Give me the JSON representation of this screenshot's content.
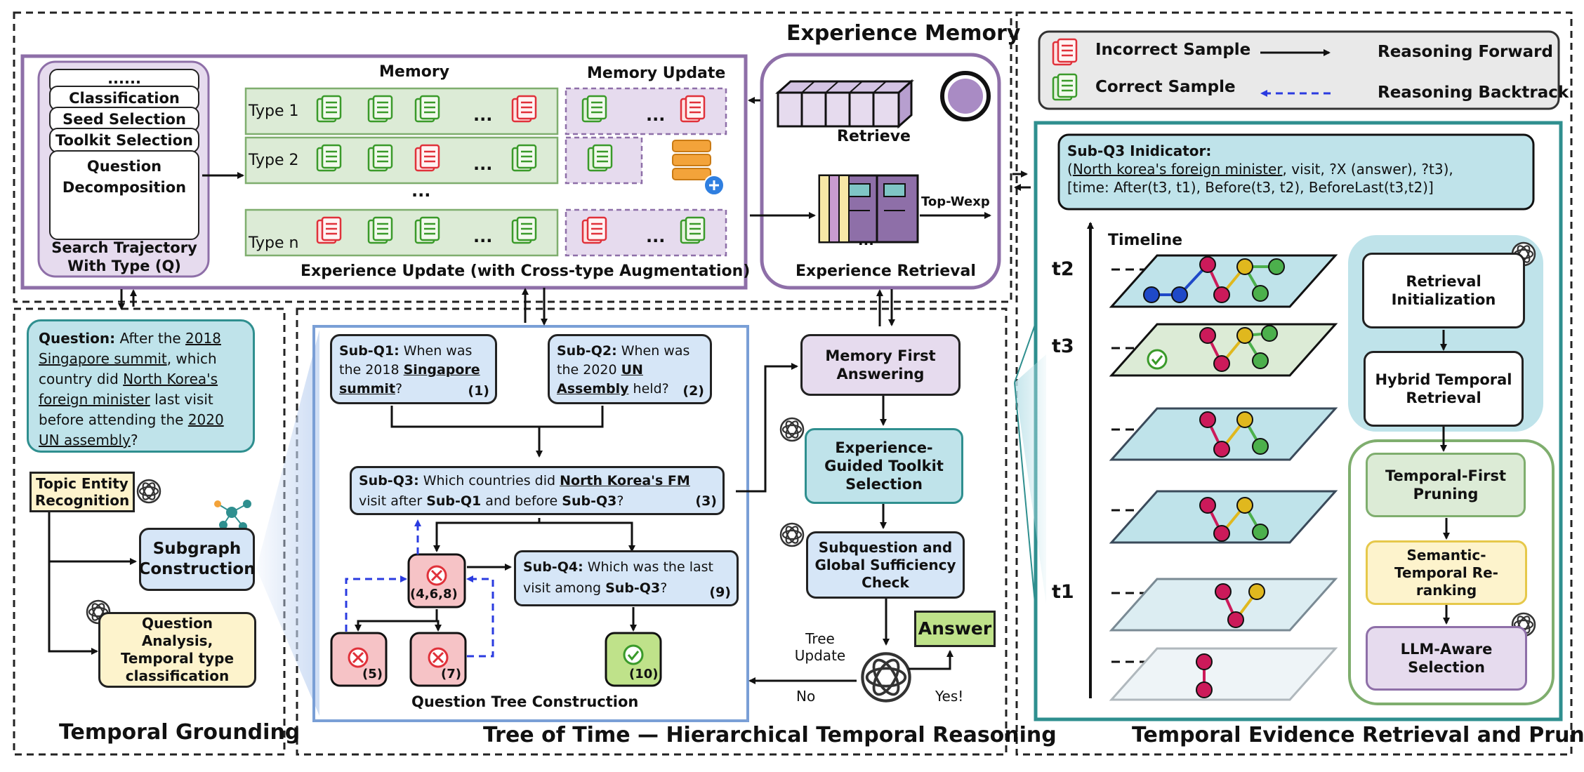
{
  "sections": {
    "experience_memory": "Experience Memory",
    "temporal_grounding": "Temporal Grounding",
    "tree_of_time": "Tree of Time — Hierarchical Temporal Reasoning",
    "evidence_retrieval": "Temporal Evidence Retrieval and Pruning"
  },
  "legend": {
    "incorrect": "Incorrect Sample",
    "correct": "Correct Sample",
    "forward": "Reasoning Forward",
    "backtrack": "Reasoning Backtrack"
  },
  "memory": {
    "stack_items": [
      "......",
      "Classification",
      "Seed Selection",
      "Toolkit Selection"
    ],
    "question_decomposition": "Question Decomposition",
    "search_trajectory": "Search Trajectory With Type (Q)",
    "memory_title": "Memory",
    "memory_update_title": "Memory Update",
    "rows": [
      {
        "type": "Type 1",
        "ellipsis": "...",
        "update_ellipsis": "..."
      },
      {
        "type": "Type 2",
        "ellipsis": "..."
      },
      {
        "type": "Type n",
        "ellipsis": "...",
        "update_ellipsis": "..."
      }
    ],
    "middle_ellipsis": "...",
    "experience_update": "Experience Update (with Cross-type Augmentation)",
    "retrieve": "Retrieve",
    "top_wexp": "Top-Wexp",
    "experience_retrieval": "Experience Retrieval",
    "book_ellipsis": "..."
  },
  "grounding": {
    "question_label": "Question:",
    "q_t1": "After the ",
    "q_u1": "2018 Singapore summit",
    "q_t2": ", which country did ",
    "q_u2": "North Korea's foreign minister",
    "q_t3": " last visit before attending the ",
    "q_u3": "2020 UN assembly",
    "q_t4": "?",
    "topic_entity": "Topic Entity Recognition",
    "subgraph": "Subgraph Construction",
    "question_analysis": "Question Analysis, Temporal type classification"
  },
  "tree": {
    "sq1_label": "Sub-Q1:",
    "sq1_t1": " When was the 2018 ",
    "sq1_u1": "Singapore summit",
    "sq1_t2": "?",
    "sq1_num": "(1)",
    "sq2_label": "Sub-Q2:",
    "sq2_t1": " When was the 2020 ",
    "sq2_u1": "UN Assembly",
    "sq2_t2": " held?",
    "sq2_num": "(2)",
    "sq3_label": "Sub-Q3:",
    "sq3_t1": " Which countries did ",
    "sq3_u1": "North Korea's FM",
    "sq3_t2": " visit after ",
    "sq3_r1": "Sub-Q1",
    "sq3_t3": " and before ",
    "sq3_r2": "Sub-Q3",
    "sq3_t4": "?",
    "sq3_num": "(3)",
    "sq4_label": "Sub-Q4:",
    "sq4_t1": " Which was the last visit among ",
    "sq4_r1": "Sub-Q3",
    "sq4_t2": "?",
    "sq4_num": "(9)",
    "node_468": "(4,6,8)",
    "node_5": "(5)",
    "node_7": "(7)",
    "node_10": "(10)",
    "tree_caption": "Question Tree Construction",
    "memory_first": "Memory First Answering",
    "toolkit_selection": "Experience-Guided Toolkit Selection",
    "sufficiency": "Subquestion and Global Sufficiency Check",
    "answer": "Answer",
    "tree_update": "Tree Update",
    "no": "No",
    "yes": "Yes!"
  },
  "retrieval": {
    "indicator_title": "Sub-Q3 Inidicator:",
    "indicator_u1": "North korea's foreign minister",
    "indicator_t1": ", visit, ?X (answer), ?t3),",
    "indicator_open": "(",
    "indicator_line2": "[time: After(t3, t1), Before(t3, t2), BeforeLast(t3,t2)]",
    "timeline": "Timeline",
    "t2": "t2",
    "t3": "t3",
    "t1": "t1",
    "steps": [
      "Retrieval Initialization",
      "Hybrid Temporal Retrieval",
      "Temporal-First Pruning",
      "Semantic-Temporal Re-ranking",
      "LLM-Aware Selection"
    ]
  },
  "colors": {
    "purple_border": "#8e6fa8",
    "lavender": "#e6dbee",
    "green_fill": "#dcebd6",
    "green_border": "#7fae6e",
    "blue_fill": "#d6e6f7",
    "blue_border": "#7a9fd6",
    "teal_fill": "#bfe3ea",
    "teal_border": "#2f8f8f",
    "red_icon": "#e0313a",
    "green_icon": "#3a9a2a",
    "yellow_fill": "#fdf3cc",
    "pink_node": "#f6c3c6",
    "node_magenta": "#cc1a5a",
    "node_gold": "#e0b81e",
    "node_green": "#4cb04c",
    "node_blue": "#1f49c8",
    "backtrack_blue": "#2a3be0"
  }
}
